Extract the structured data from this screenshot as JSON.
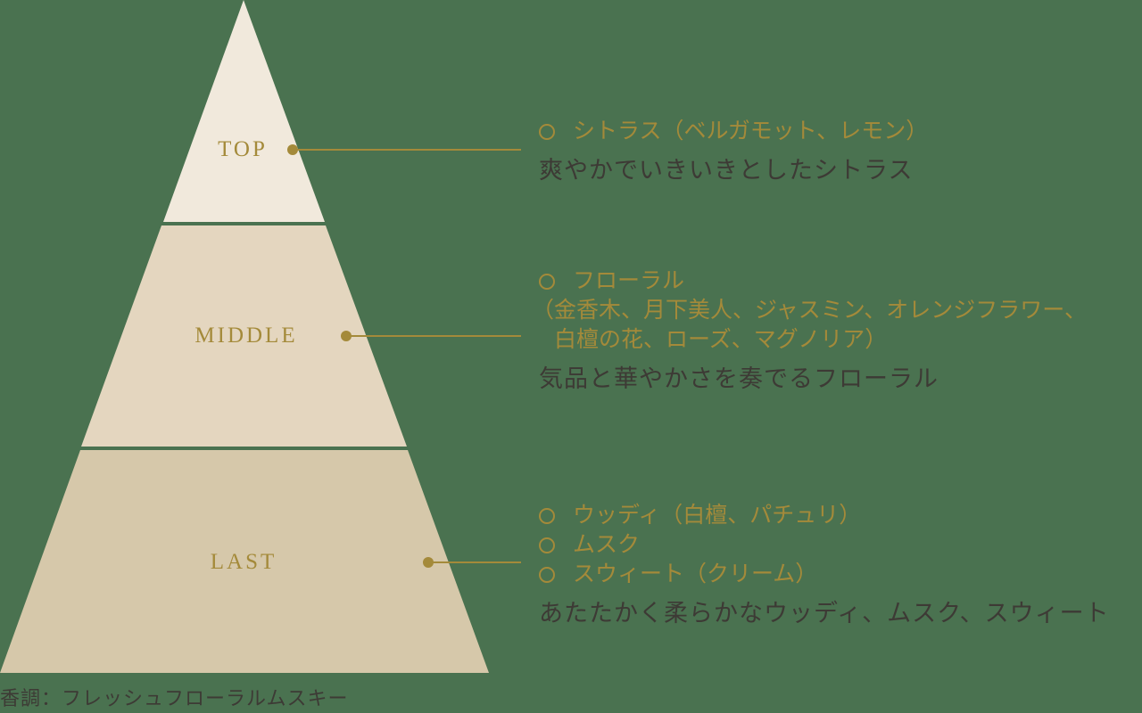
{
  "colors": {
    "background": "#4a7250",
    "top_fill": "#f1e9dc",
    "middle_fill": "#e4d6bf",
    "last_fill": "#d6c8aa",
    "accent_gold": "#a48a3a",
    "text_dark": "#3d3a35"
  },
  "pyramid": {
    "tiers": [
      {
        "label": "TOP",
        "notes": [
          "シトラス（ベルガモット、レモン）"
        ],
        "description": "爽やかでいきいきとしたシトラス"
      },
      {
        "label": "MIDDLE",
        "notes": [
          "フローラル"
        ],
        "notes_detail": [
          "（金香木、月下美人、ジャスミン、オレンジフラワー、",
          "　白檀の花、ローズ、マグノリア）"
        ],
        "description": "気品と華やかさを奏でるフローラル"
      },
      {
        "label": "LAST",
        "notes": [
          "ウッディ（白檀、パチュリ）",
          "ムスク",
          "スウィート（クリーム）"
        ],
        "description": "あたたかく柔らかなウッディ、ムスク、スウィート"
      }
    ]
  },
  "footer": {
    "fragrance_type": "香調：フレッシュフローラルムスキー"
  }
}
